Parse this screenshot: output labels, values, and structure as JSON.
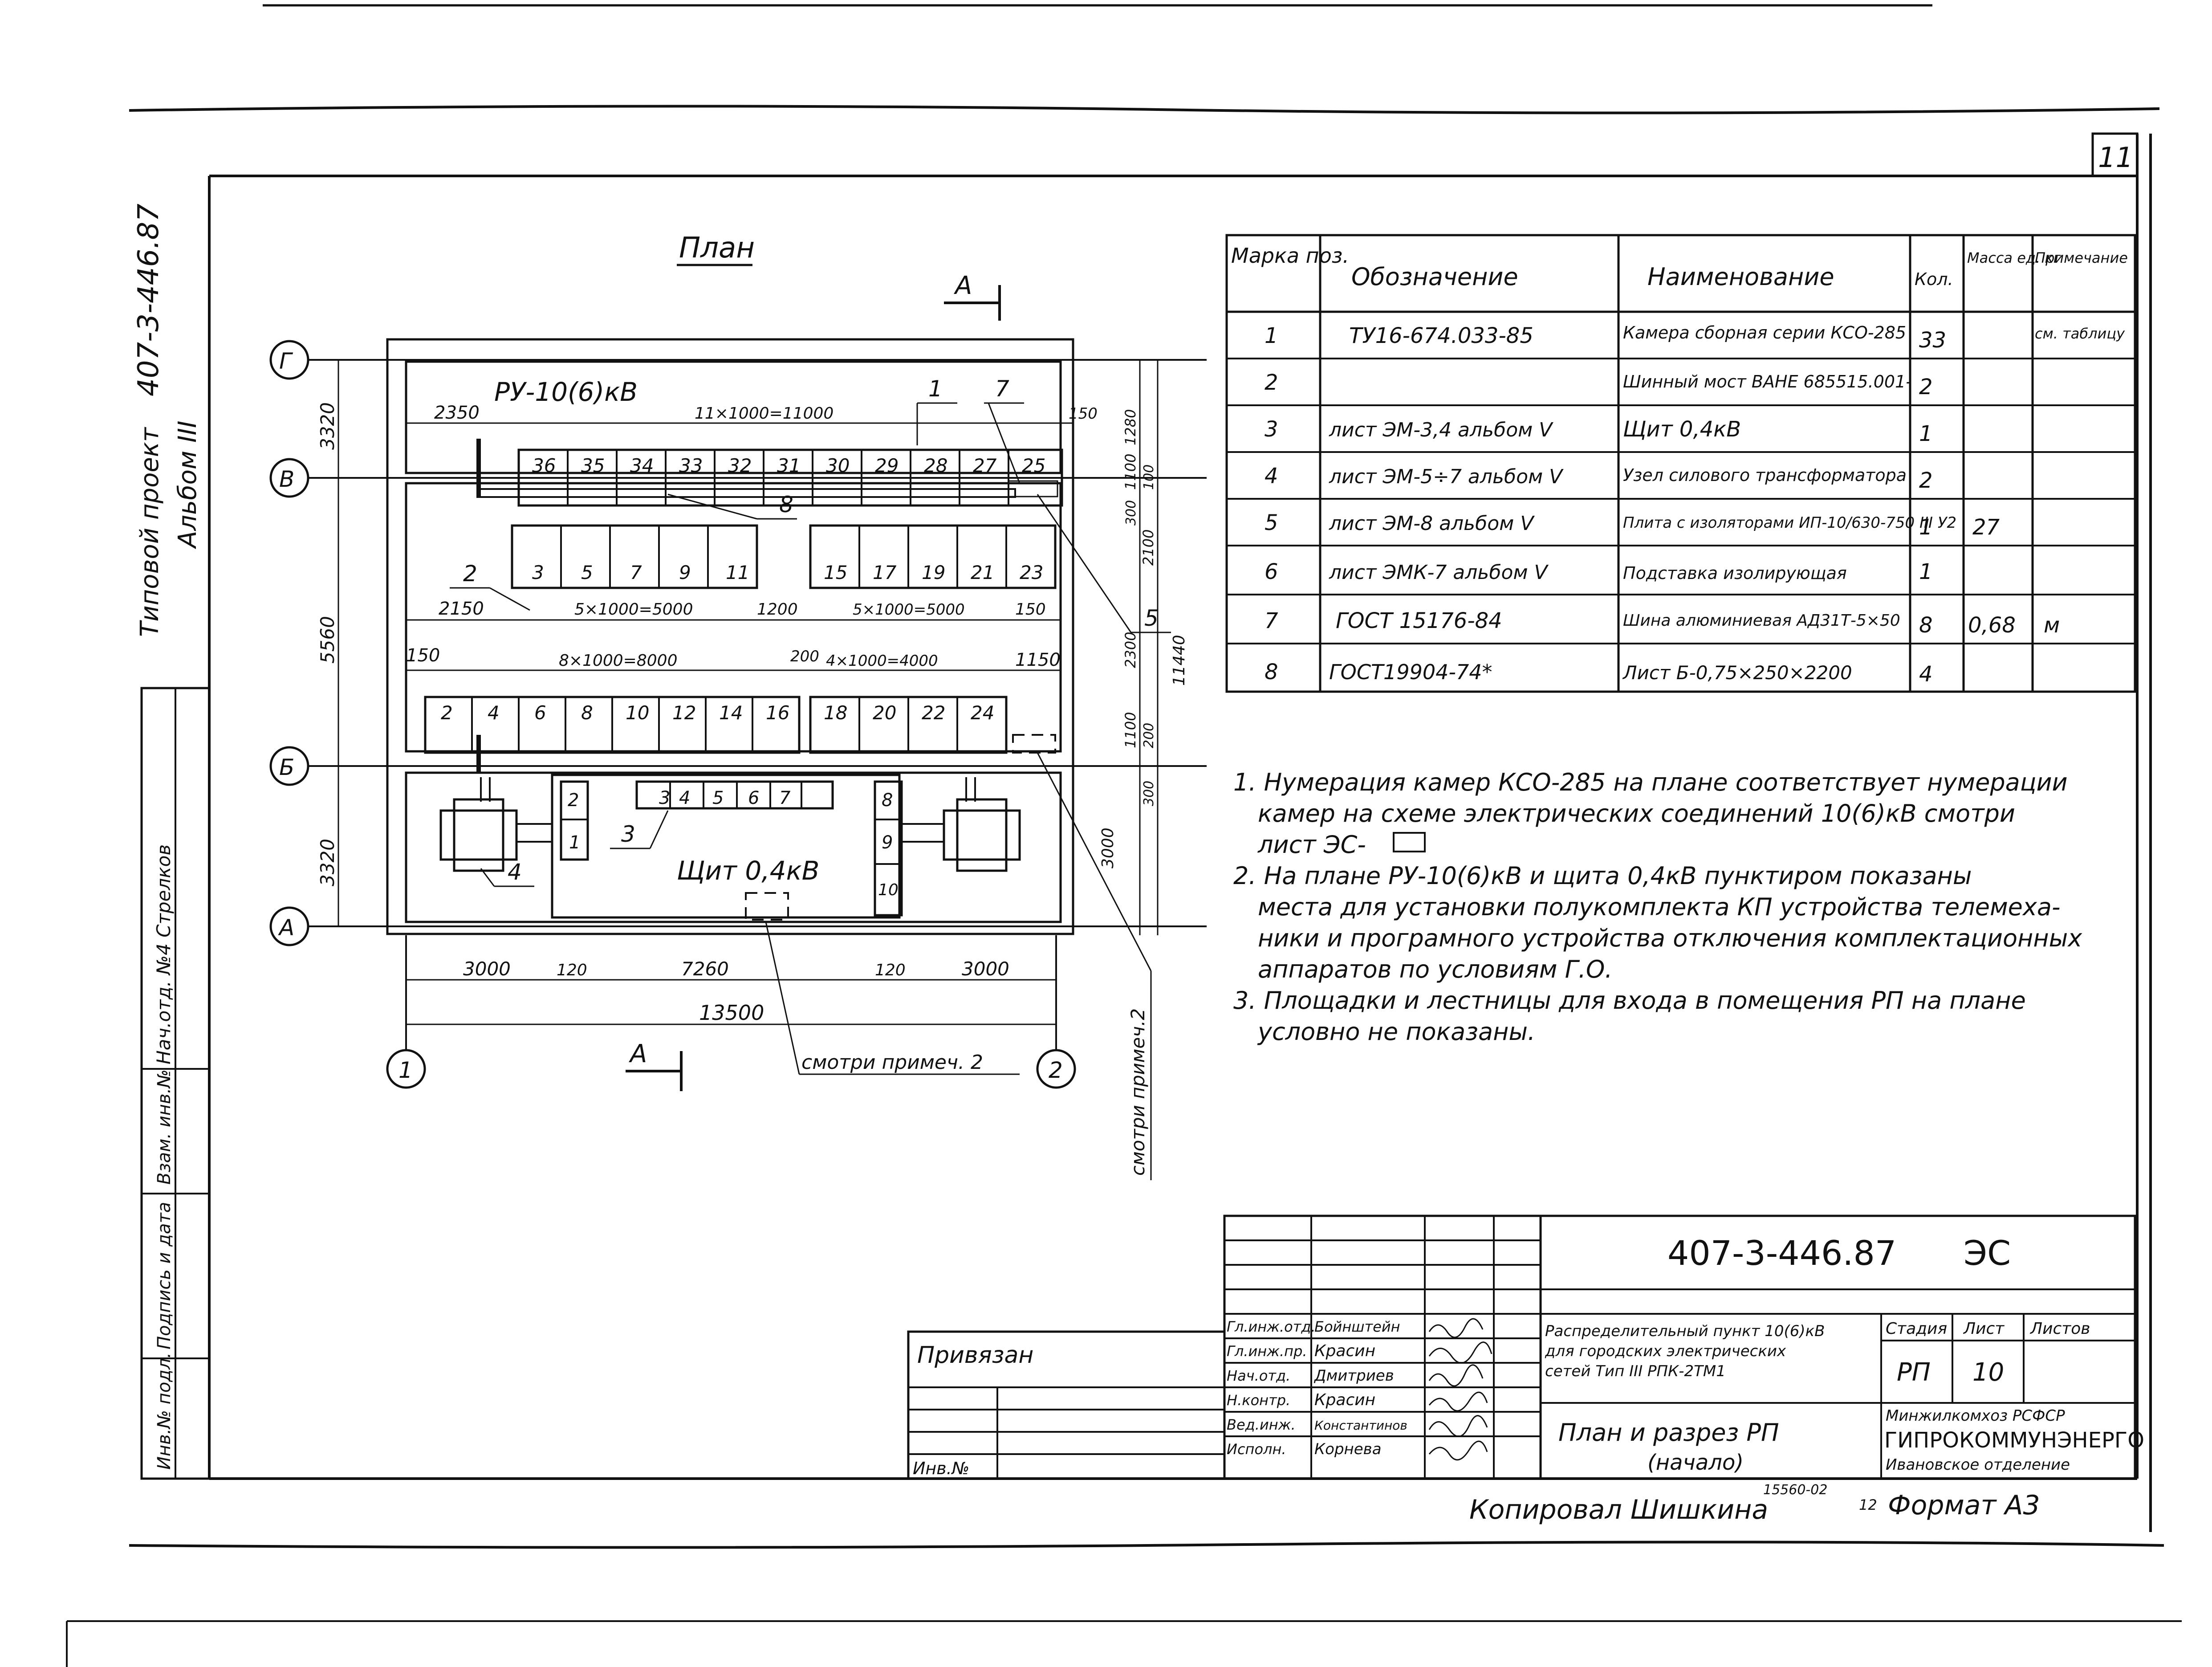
{
  "sheet_number": "11",
  "left_stamp": {
    "project_code": "407-3-446.87",
    "project_label": "Типовой проект",
    "album": "Альбом III",
    "change_note": "Нач.отд. №4 Стрелков",
    "columns": [
      "Инв.№ подл.",
      "Подпись и дата",
      "Взам. инв.№"
    ]
  },
  "plan": {
    "title": "План",
    "section_mark": "А",
    "row_axes": [
      "Г",
      "В",
      "Б",
      "А"
    ],
    "col_axes": [
      "1",
      "2"
    ],
    "ru_label": "РУ-10(6)кВ",
    "panel_label": "Щит 0,4кВ",
    "row_dims": [
      "3320",
      "5560",
      "3320"
    ],
    "right_dims": [
      "1280",
      "1100",
      "100",
      "300",
      "2100",
      "2300",
      "11440",
      "1100",
      "200",
      "300",
      "3000"
    ],
    "bottom_dims": [
      "3000",
      "120",
      "7260",
      "120",
      "3000"
    ],
    "total_dim": "13500",
    "top_row_dims": {
      "left": "2350",
      "span": "11×1000=11000",
      "right": "150"
    },
    "mid_row_dims": {
      "left": "2150",
      "span1": "5×1000=5000",
      "gap": "1200",
      "span2": "5×1000=5000",
      "right": "150"
    },
    "low_row_dims": {
      "left": "150",
      "span1": "8×1000=8000",
      "gap": "200",
      "span2": "4×1000=4000",
      "right": "1150"
    },
    "cells_top": [
      "36",
      "35",
      "34",
      "33",
      "32",
      "31",
      "30",
      "29",
      "28",
      "27",
      "25"
    ],
    "cells_mid_left": [
      "3",
      "5",
      "7",
      "9",
      "11"
    ],
    "cells_mid_right": [
      "15",
      "17",
      "19",
      "21",
      "23"
    ],
    "cells_low_left": [
      "2",
      "4",
      "6",
      "8",
      "10",
      "12",
      "14",
      "16"
    ],
    "cells_low_right": [
      "18",
      "20",
      "22",
      "24"
    ],
    "panel_cells_top": [
      "3",
      "4",
      "5",
      "6",
      "7"
    ],
    "panel_cells_left": [
      "2",
      "1"
    ],
    "panel_cells_right": [
      "8",
      "9",
      "10"
    ],
    "callouts": [
      "1",
      "7",
      "8",
      "2",
      "5",
      "3",
      "4"
    ],
    "note_ref_bottom": "смотри примеч. 2",
    "note_ref_side": "смотри примеч.2"
  },
  "spec_table": {
    "headers": [
      "Марка поз.",
      "Обозначение",
      "Наименование",
      "Кол.",
      "Масса ед. кг",
      "Примечание"
    ],
    "rows": [
      [
        "1",
        "ТУ16-674.033-85",
        "Камера сборная серии КСО-285",
        "33",
        "",
        "см. таблицу"
      ],
      [
        "2",
        "",
        "Шинный мост ВАНЕ 685515.001-",
        "2",
        "",
        ""
      ],
      [
        "3",
        "лист ЭМ-3,4 альбом V",
        "Щит 0,4кВ",
        "1",
        "",
        ""
      ],
      [
        "4",
        "лист ЭМ-5÷7 альбом V",
        "Узел силового трансформатора",
        "2",
        "",
        ""
      ],
      [
        "5",
        "лист ЭМ-8 альбом V",
        "Плита с изоляторами ИП-10/630-750 III У2",
        "1",
        "27",
        ""
      ],
      [
        "6",
        "лист ЭМК-7 альбом V",
        "Подставка изолирующая",
        "1",
        "",
        ""
      ],
      [
        "7",
        "ГОСТ 15176-84",
        "Шина алюминиевая АД31Т-5×50",
        "8",
        "0,68",
        "м"
      ],
      [
        "8",
        "ГОСТ19904-74*",
        "Лист Б-0,75×250×2200",
        "4",
        "",
        ""
      ]
    ]
  },
  "notes": [
    "1. Нумерация камер КСО-285 на плане соответствует нумерации",
    "камер на схеме электрических соединений 10(6)кВ смотри",
    "лист ЭС-",
    "2. На плане РУ-10(6)кВ и щита 0,4кВ пунктиром показаны",
    "места для установки полукомплекта КП устройства телемеха-",
    "ники и програмного устройства отключения комплектационных",
    "аппаратов по условиям Г.О.",
    "3. Площадки и лестницы для входа в помещения РП на плане",
    "условно не показаны."
  ],
  "title_block": {
    "code": "407-3-446.87",
    "mark": "ЭС",
    "privyazan": "Привязан",
    "inv": "Инв.№",
    "roles": [
      "Гл.инж.отд.",
      "Гл.инж.пр.",
      "Нач.отд.",
      "Н.контр.",
      "Вед.инж.",
      "Исполн."
    ],
    "names": [
      "Бойнштейн",
      "Красин",
      "Дмитриев",
      "Красин",
      "Константинов",
      "Корнева"
    ],
    "description": [
      "Распределительный пункт 10(6)кВ",
      "для городских электрических",
      "сетей Тип III РПК-2ТМ1"
    ],
    "stage_headers": [
      "Стадия",
      "Лист",
      "Листов"
    ],
    "stage": "РП",
    "sheet": "10",
    "drawing_title": [
      "План и разрез РП",
      "(начало)"
    ],
    "org": [
      "Минжилкомхоз РСФСР",
      "ГИПРОКОММУНЭНЕРГО",
      "Ивановское отделение"
    ]
  },
  "footer": {
    "copied": "Копировал Шишкина",
    "order": "15560-02",
    "page": "12",
    "format": "Формат А3"
  }
}
